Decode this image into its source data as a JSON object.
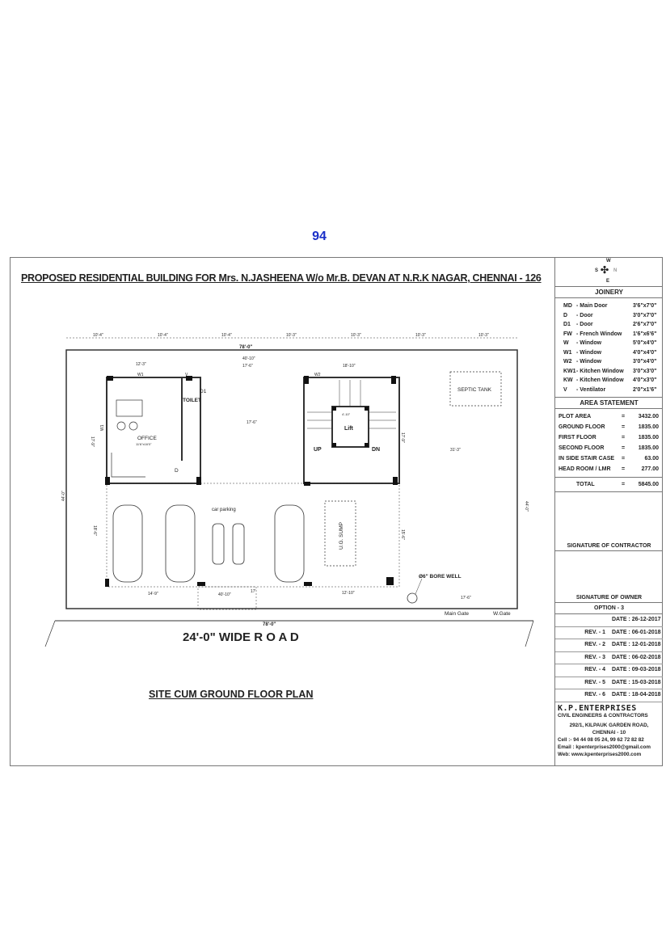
{
  "page_number": "94",
  "title": "PROPOSED  RESIDENTIAL  BUILDING   FOR Mrs. N.JASHEENA W/o Mr.B. DEVAN  AT N.R.K  NAGAR, CHENNAI - 126",
  "compass": {
    "w": "W",
    "s": "S",
    "n": "N",
    "e": "E"
  },
  "joinery": {
    "heading": "JOINERY",
    "items": [
      {
        "code": "MD",
        "desc": "- Main Door",
        "size": "3'6\"x7'0\""
      },
      {
        "code": "D",
        "desc": "- Door",
        "size": "3'0\"x7'0\""
      },
      {
        "code": "D1",
        "desc": "- Door",
        "size": "2'6\"x7'0\""
      },
      {
        "code": "FW",
        "desc": "- French Window",
        "size": "1'6\"x6'6\""
      },
      {
        "code": "W",
        "desc": "- Window",
        "size": "5'0\"x4'0\""
      },
      {
        "code": "W1",
        "desc": "- Window",
        "size": "4'0\"x4'0\""
      },
      {
        "code": "W2",
        "desc": "- Window",
        "size": "3'0\"x4'0\""
      },
      {
        "code": "KW1",
        "desc": "- Kitchen Window",
        "size": "3'0\"x3'0\""
      },
      {
        "code": "KW",
        "desc": "- Kitchen Window",
        "size": "4'0\"x3'0\""
      },
      {
        "code": "V",
        "desc": "- Ventilator",
        "size": "2'0\"x1'6\""
      }
    ]
  },
  "area": {
    "heading": "AREA  STATEMENT",
    "items": [
      {
        "label": "PLOT AREA",
        "eq": "=",
        "value": "3432.00"
      },
      {
        "label": "GROUND FLOOR",
        "eq": "=",
        "value": "1835.00"
      },
      {
        "label": "FIRST  FLOOR",
        "eq": "=",
        "value": "1835.00"
      },
      {
        "label": "SECOND   FLOOR",
        "eq": "=",
        "value": "1835.00"
      },
      {
        "label": "IN SIDE STAIR CASE",
        "eq": "=",
        "value": "63.00"
      },
      {
        "label": "HEAD  ROOM / LMR",
        "eq": "=",
        "value": "277.00"
      }
    ],
    "total": {
      "label": "TOTAL",
      "eq": "=",
      "value": "5845.00"
    }
  },
  "signature_contractor": "SIGNATURE OF CONTRACTOR",
  "signature_owner": "SIGNATURE OF OWNER",
  "option": "OPTION - 3",
  "revisions": [
    {
      "rev": "",
      "date": "DATE : 26-12-2017"
    },
    {
      "rev": "REV. - 1",
      "date": "DATE : 06-01-2018"
    },
    {
      "rev": "REV. - 2",
      "date": "DATE : 12-01-2018"
    },
    {
      "rev": "REV. - 3",
      "date": "DATE : 06-02-2018"
    },
    {
      "rev": "REV. - 4",
      "date": "DATE : 09-03-2018"
    },
    {
      "rev": "REV. - 5",
      "date": "DATE : 15-03-2018"
    },
    {
      "rev": "REV. - 6",
      "date": "DATE : 18-04-2018"
    }
  ],
  "company": {
    "name": "K.P.ENTERPRISES",
    "tagline": "CIVIL ENGINEERS & CONTRACTORS",
    "address1": "292/1, KILPAUK GARDEN ROAD,",
    "address2": "CHENNAI - 10",
    "phone": "Cell :- 94 44 08 05 24,  99 62 72 82 82",
    "email": "Email : kpenterprises2000@gmail.com",
    "web": "Web: www.kpenterprises2000.com"
  },
  "plan": {
    "road": "24'-0\" WIDE R O A D",
    "plan_title": "SITE CUM GROUND FLOOR PLAN",
    "office": "OFFICE",
    "office_size": "11'6\"x16'0\"",
    "toilet": "TOILET",
    "d1": "D1",
    "d": "D",
    "w1": "W1",
    "w1_side": "W1",
    "w2": "W2",
    "v": "V",
    "lift": "Lift",
    "up": "UP",
    "dn": "DN",
    "septic": "SEPTIC TANK",
    "sump": "U.G. SUMP",
    "car_parking": "car  parking",
    "borewell": "Ø6\" BORE WELL",
    "main_gate": "Main Gate",
    "w_gate": "W.Gate",
    "dims": {
      "total_top": "78'-0\"",
      "total_bottom": "78'-0\"",
      "top1": "10'-4\"",
      "top2": "10'-4\"",
      "top3": "10'-4\"",
      "top4": "10'-3\"",
      "top5": "10'-3\"",
      "top6": "10'-3\"",
      "top7": "10'-3\"",
      "inner_top": "40'-10\"",
      "office_w": "12'-3\"",
      "stair_w": "18'-10\"",
      "mid1": "17'-6\"",
      "mid2": "17'-6\"",
      "right_mid": "31'-3\"",
      "depth_left": "44'-0\"",
      "depth_right": "44'-0\"",
      "bottom1": "14'-9\"",
      "bottom2": "17'",
      "bottom3": "40'-10\"",
      "bottom4": "12'-10\"",
      "bottom5": "17'-6\"",
      "lift_w": "4'-10\"",
      "stair_h": "17'-9\"",
      "park_h": "18'-6\"",
      "park_h2": "15'-6\""
    }
  }
}
